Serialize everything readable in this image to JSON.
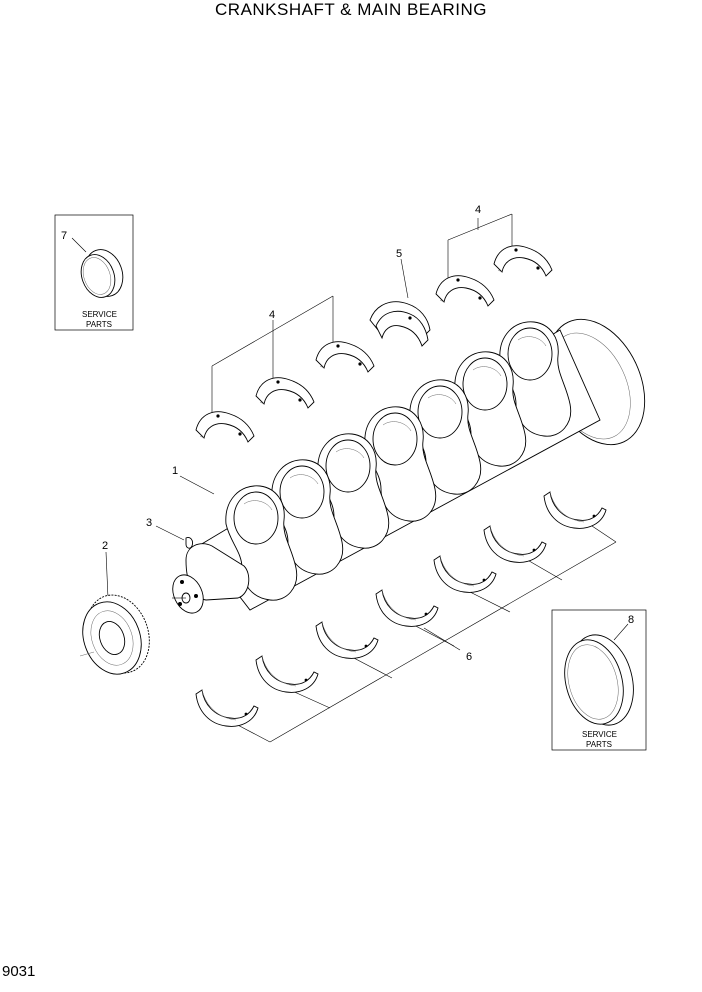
{
  "title": "CRANKSHAFT & MAIN BEARING",
  "page_code": "9031",
  "callouts": {
    "p1": "1",
    "p2": "2",
    "p3": "3",
    "p4_upper": "4",
    "p4_left": "4",
    "p5": "5",
    "p6": "6",
    "p7": "7",
    "p8": "8"
  },
  "service_box_7": {
    "line1": "SERVICE",
    "line2": "PARTS"
  },
  "service_box_8": {
    "line1": "SERVICE",
    "line2": "PARTS"
  }
}
